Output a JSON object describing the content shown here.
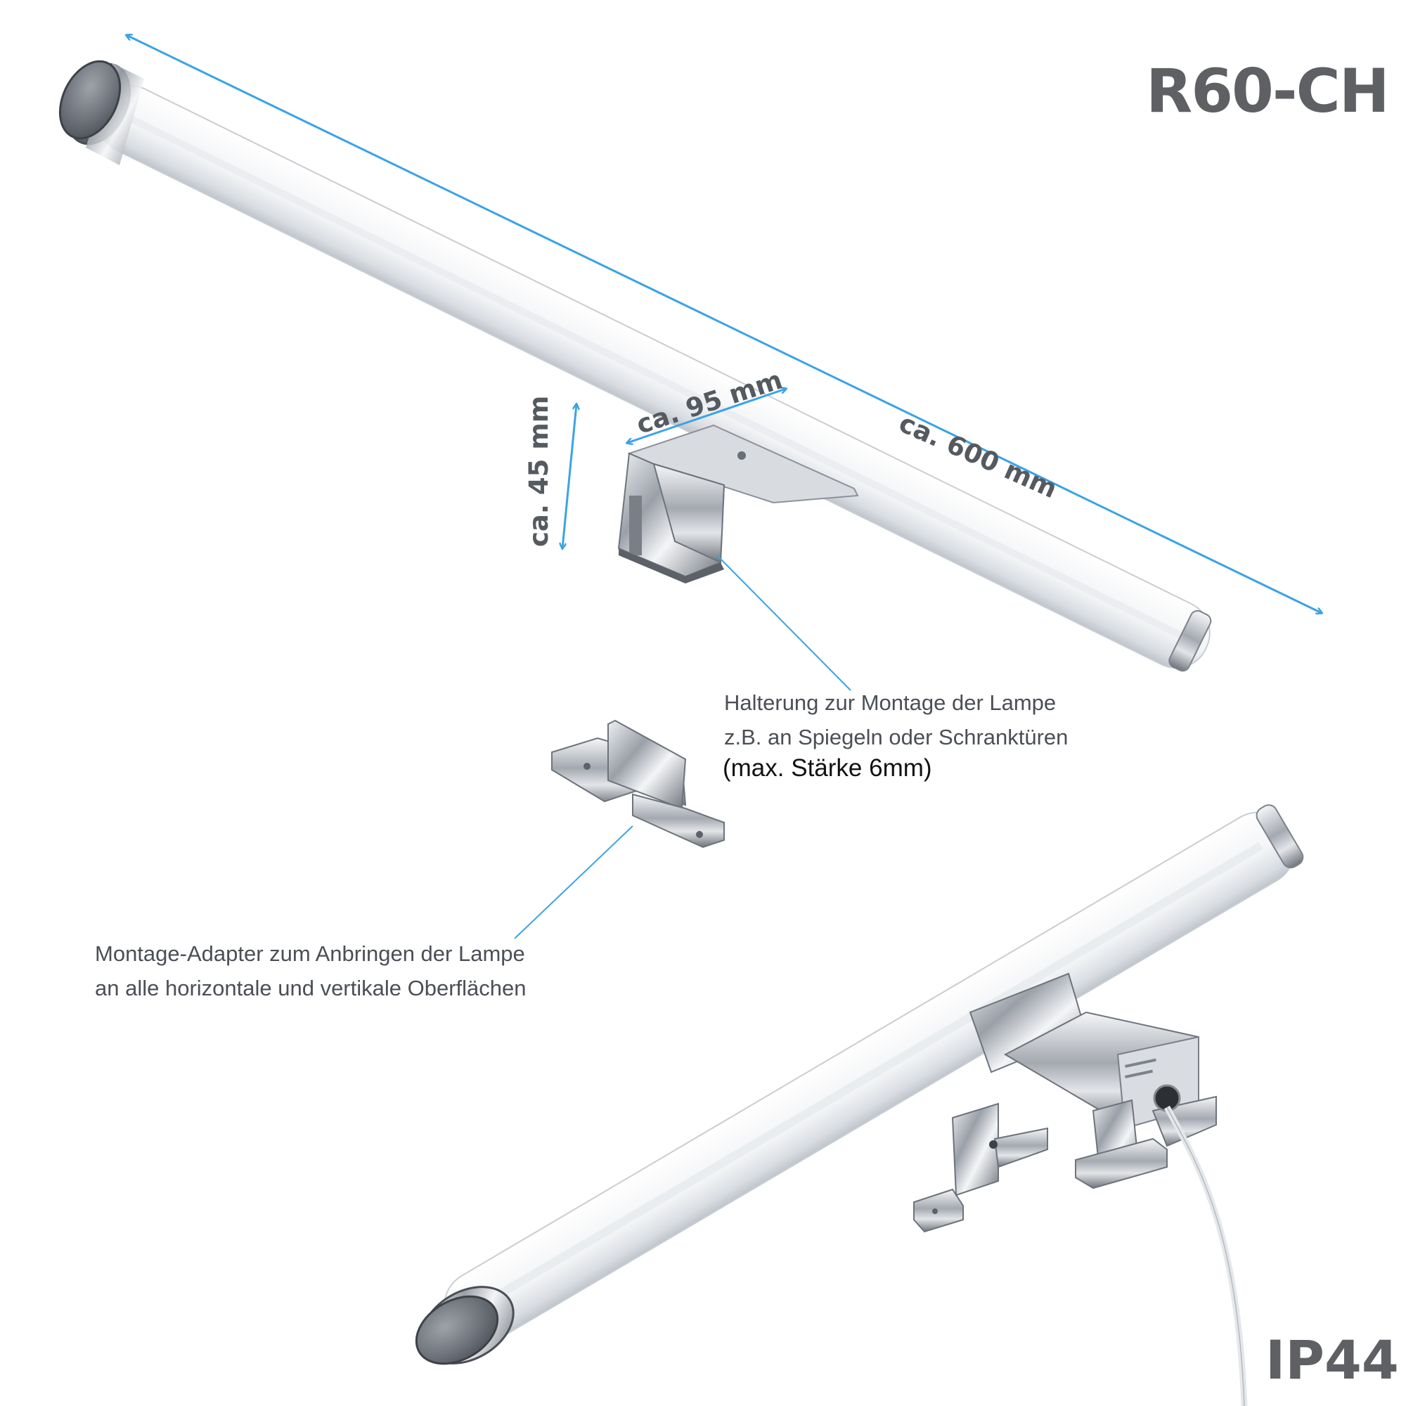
{
  "model_label": "R60-CH",
  "rating_label": "IP44",
  "dimensions": {
    "length": "ca. 600 mm",
    "bracket_depth": "ca. 95 mm",
    "bracket_height": "ca. 45 mm"
  },
  "callouts": {
    "bracket_line1": "Halterung zur Montage der Lampe",
    "bracket_line2": "z.B. an Spiegeln oder Schranktüren",
    "bracket_line3": "(max. Stärke 6mm)",
    "adapter_line1": "Montage-Adapter zum Anbringen der Lampe",
    "adapter_line2": "an alle horizontale und vertikale Oberflächen"
  },
  "colors": {
    "dimension_arrow": "#3aa3e6",
    "leader_line": "#3aa3e6",
    "chrome": "#b9bcc2",
    "tube": "#f6f7f8",
    "heading_text": "#5f6063"
  }
}
